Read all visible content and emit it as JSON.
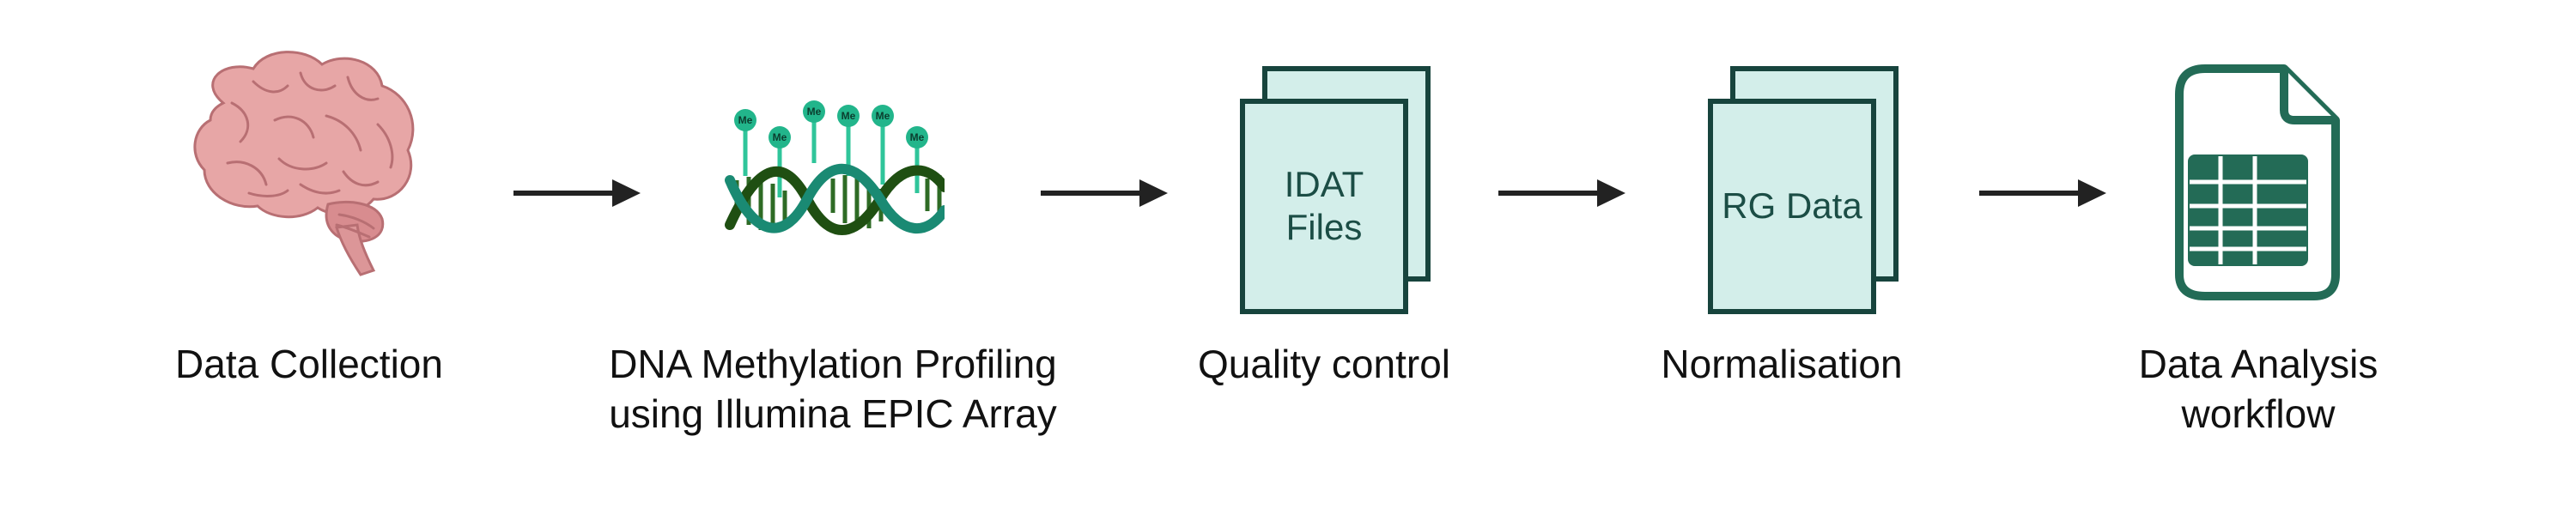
{
  "colors": {
    "doc_fill": "#d3eeea",
    "doc_stroke": "#17443d",
    "dna_teal": "#1a8a73",
    "dna_dark": "#1f4f12",
    "methyl_green": "#2fc59a",
    "brain_pink": "#e7a6a6",
    "sheet_green": "#236b56",
    "arrow": "#222222"
  },
  "steps": [
    {
      "icon": "brain-icon",
      "label_lines": [
        "Data Collection"
      ]
    },
    {
      "icon": "dna-methylation-icon",
      "label_lines": [
        "DNA Methylation Profiling",
        "using Illumina EPIC Array"
      ],
      "marker": "Me"
    },
    {
      "icon": "document-stack-icon",
      "label_lines": [
        "Quality control"
      ],
      "doc_lines": [
        "IDAT",
        "Files"
      ]
    },
    {
      "icon": "document-stack-icon",
      "label_lines": [
        "Normalisation"
      ],
      "doc_lines": [
        "RG Data"
      ]
    },
    {
      "icon": "spreadsheet-icon",
      "label_lines": [
        "Data Analysis",
        "workflow"
      ]
    }
  ]
}
